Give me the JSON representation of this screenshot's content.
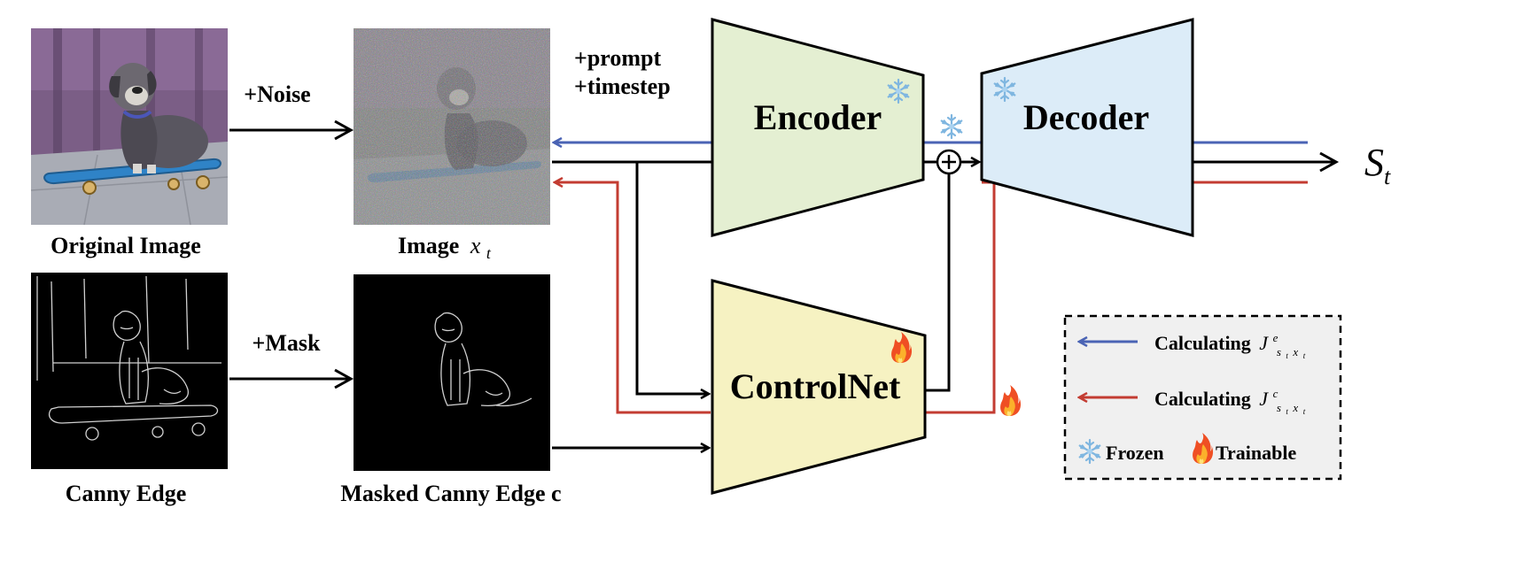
{
  "images": {
    "original": {
      "caption": "Original Image"
    },
    "noisy": {
      "caption_main": "Image",
      "caption_var": "x",
      "caption_sub": "t"
    },
    "canny": {
      "caption": "Canny Edge"
    },
    "masked": {
      "caption": "Masked Canny Edge c"
    }
  },
  "arrows": {
    "noise": "+Noise",
    "mask": "+Mask",
    "prompt": "+prompt",
    "timestep": "+timestep"
  },
  "blocks": {
    "encoder": "Encoder",
    "decoder": "Decoder",
    "controlnet": "ControlNet"
  },
  "output": {
    "var": "S",
    "sub": "t"
  },
  "legend": {
    "blue_label": "Calculating",
    "blue_sym": "J",
    "blue_sup": "e",
    "red_label": "Calculating",
    "red_sym": "J",
    "red_sup": "c",
    "sub_s": "s",
    "sub_t": "t",
    "sub_x": "x",
    "frozen": "Frozen",
    "trainable": "Trainable"
  },
  "colors": {
    "blue": "#4a63b4",
    "red": "#c33c32",
    "encoder_fill": "#e4efd2",
    "decoder_fill": "#dcecf8",
    "controlnet_fill": "#f6f2c2"
  },
  "icons": {
    "frozen": "snowflake-icon",
    "trainable": "flame-icon"
  }
}
